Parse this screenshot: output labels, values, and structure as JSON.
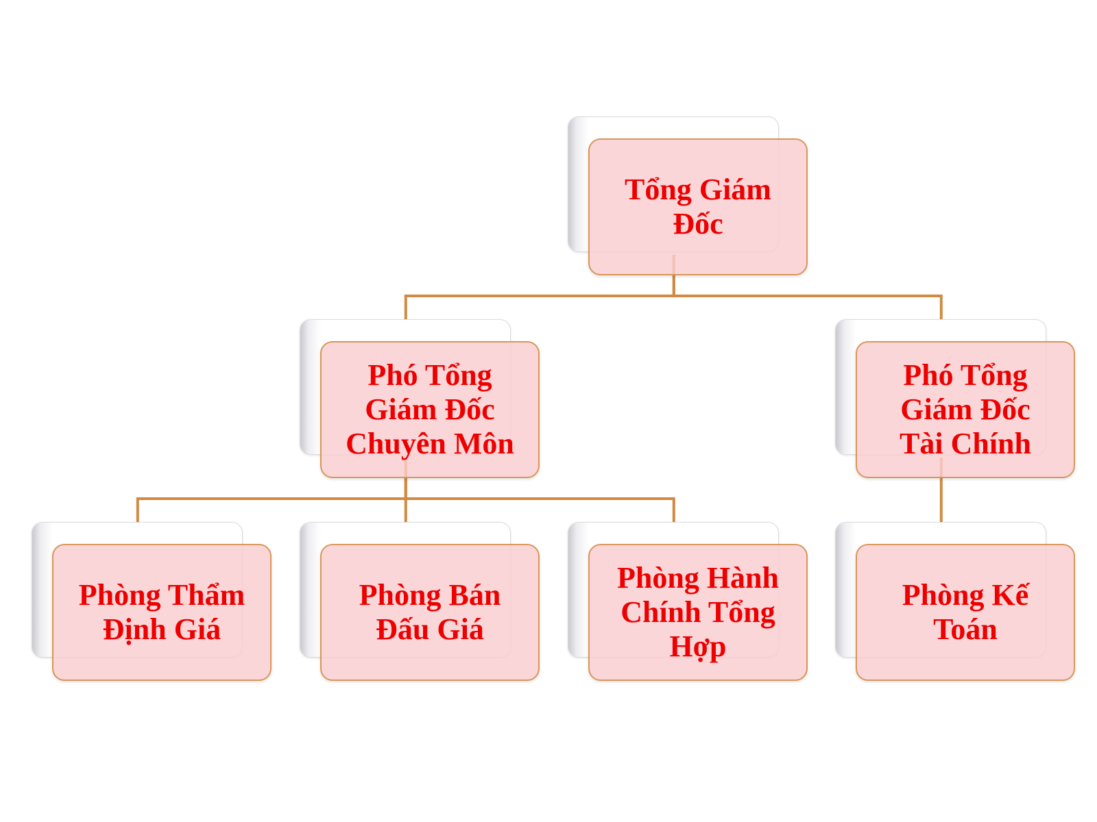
{
  "colors": {
    "text": "#ee0000",
    "box_fill": "#fbd3d6",
    "box_border": "#d9965a",
    "connector": "#d08a42"
  },
  "nodes": {
    "tong_giam_doc": "Tổng Giám\nĐốc",
    "pho_tgd_chuyen_mon": "Phó Tổng\nGiám Đốc\nChuyên Môn",
    "pho_tgd_tai_chinh": "Phó Tổng\nGiám Đốc\nTài Chính",
    "phong_tham_dinh_gia": "Phòng Thẩm\nĐịnh Giá",
    "phong_ban_dau_gia": "Phòng Bán\nĐấu Giá",
    "phong_hanh_chinh_tong_hop": "Phòng Hành\nChính Tổng\nHợp",
    "phong_ke_toan": "Phòng Kế\nToán"
  },
  "edges": [
    [
      "tong_giam_doc",
      "pho_tgd_chuyen_mon"
    ],
    [
      "tong_giam_doc",
      "pho_tgd_tai_chinh"
    ],
    [
      "pho_tgd_chuyen_mon",
      "phong_tham_dinh_gia"
    ],
    [
      "pho_tgd_chuyen_mon",
      "phong_ban_dau_gia"
    ],
    [
      "pho_tgd_chuyen_mon",
      "phong_hanh_chinh_tong_hop"
    ],
    [
      "pho_tgd_tai_chinh",
      "phong_ke_toan"
    ]
  ]
}
